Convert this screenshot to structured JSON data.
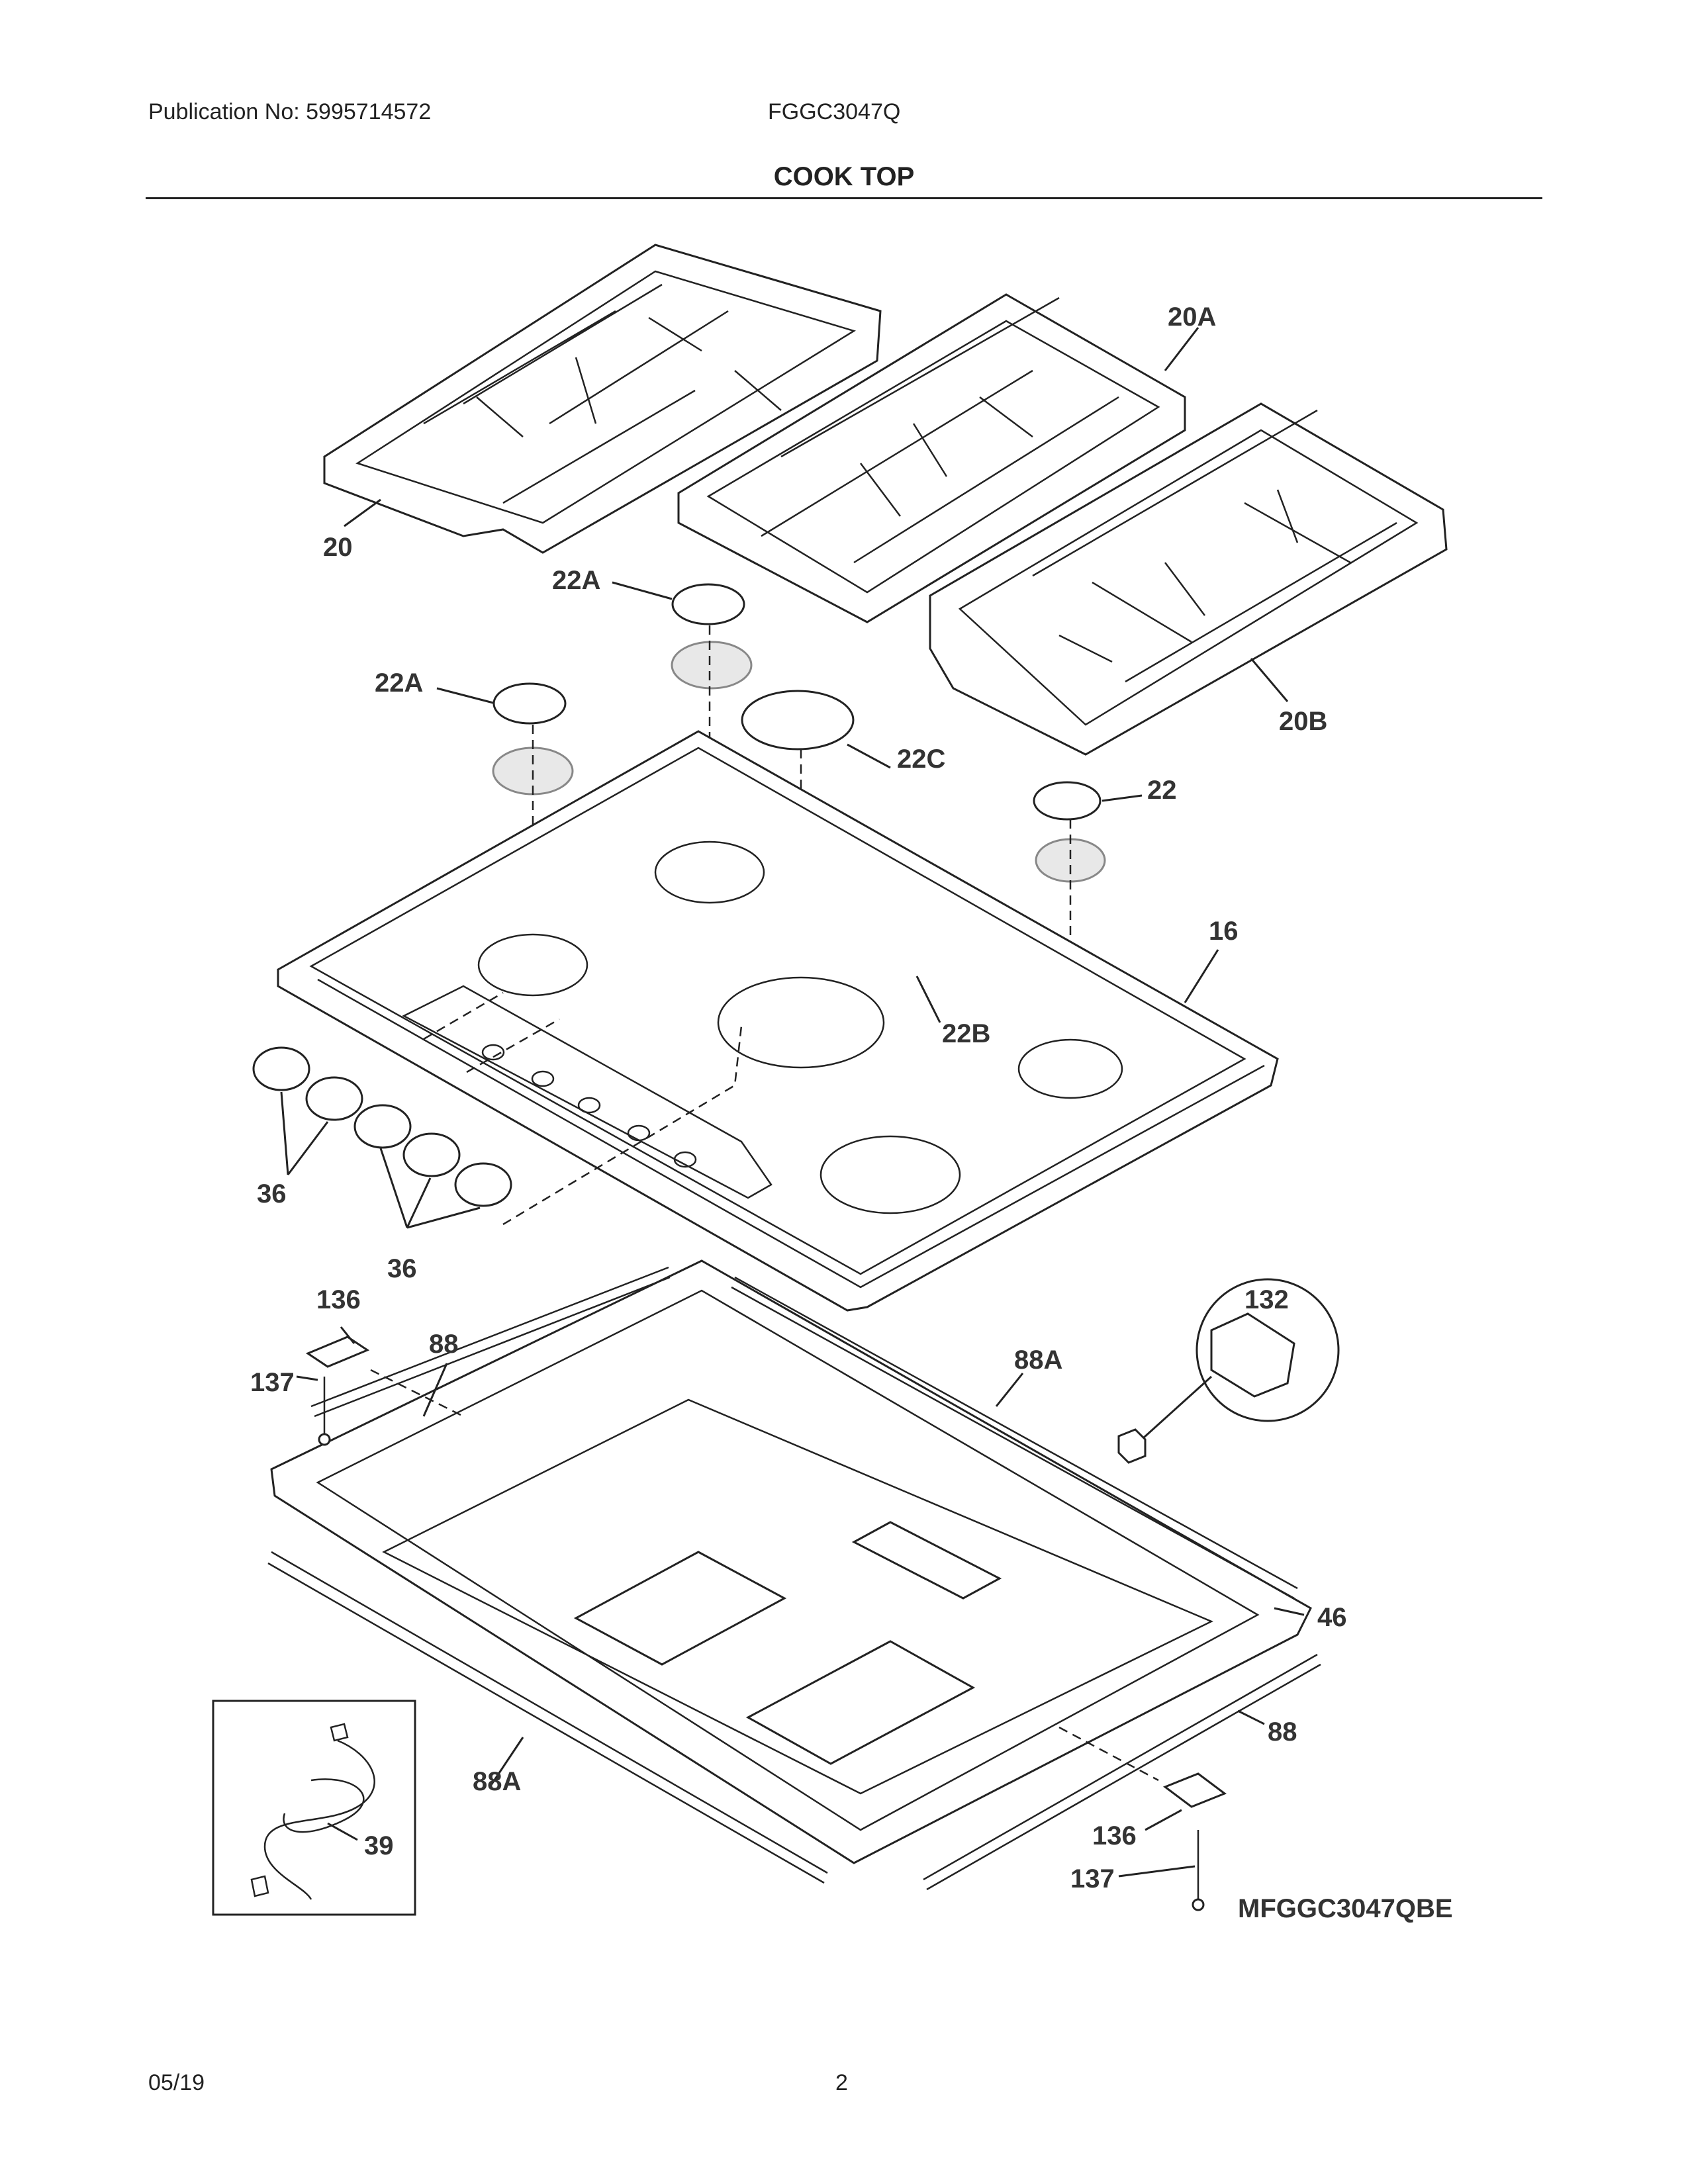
{
  "header": {
    "publication": "Publication No: 5995714572",
    "model": "FGGC3047Q",
    "title": "COOK TOP"
  },
  "footer": {
    "date": "05/19",
    "page": "2"
  },
  "diagram": {
    "code": "MFGGC3047QBE",
    "labels": {
      "l20": "20",
      "l20A": "20A",
      "l20B": "20B",
      "l22A_1": "22A",
      "l22A_2": "22A",
      "l22C": "22C",
      "l22": "22",
      "l22B": "22B",
      "l16": "16",
      "l36_1": "36",
      "l36_2": "36",
      "l136_1": "136",
      "l88_1": "88",
      "l137_1": "137",
      "l88A_1": "88A",
      "l132": "132",
      "l46": "46",
      "l88_2": "88",
      "l88A_2": "88A",
      "l39": "39",
      "l136_2": "136",
      "l137_2": "137"
    }
  }
}
